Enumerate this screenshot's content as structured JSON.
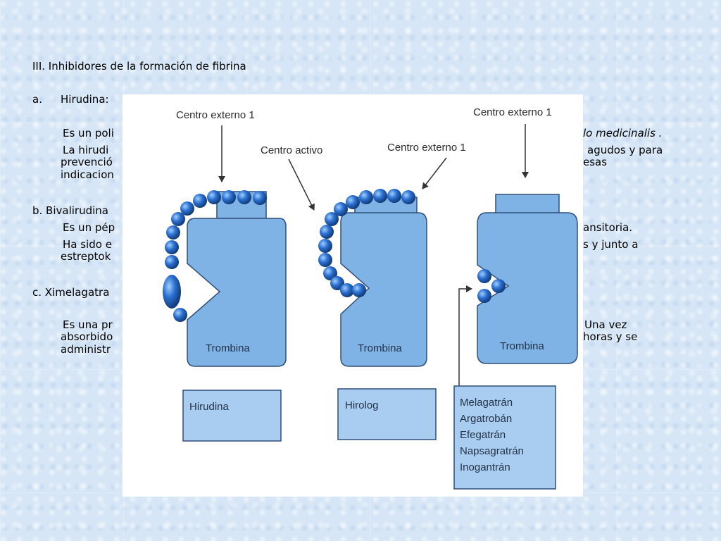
{
  "slide": {
    "heading": "III. Inhibidores de la formación de fibrina",
    "section_a": {
      "marker": "a.",
      "title": "Hirudina:",
      "line1_start": "Es un poli",
      "line1_end": "lo medicinalis .",
      "line2_start": "La hirudi",
      "line2_end": "agudos y para",
      "line3_start": "prevenció",
      "line3_end": "esas",
      "line4_start": "indicacion"
    },
    "section_b": {
      "title": "b. Bivalirudina",
      "line1_start": "Es un pép",
      "line1_end": "ansitoria.",
      "line2_start": "Ha sido e",
      "line2_end": "s y junto a",
      "line3_start": "estreptok"
    },
    "section_c": {
      "title": "c. Ximelagatra",
      "line1_start": "Es una pr",
      "line1_end": "Una vez",
      "line2_start": "absorbido",
      "line2_end": "horas y se",
      "line3_start": "administr"
    }
  },
  "figure": {
    "labels": {
      "centro_externo_left": "Centro externo 1",
      "centro_activo": "Centro activo",
      "centro_externo_mid": "Centro externo 1",
      "centro_externo_right": "Centro externo 1",
      "trombina_1": "Trombina",
      "trombina_2": "Trombina",
      "trombina_3": "Trombina"
    },
    "boxes": {
      "hirudina": "Hirudina",
      "hirolog": "Hirolog",
      "inhibitors": [
        "Melagatrán",
        "Argatrobán",
        "Efegatrán",
        "Napsagratrán",
        "Inogantrán"
      ]
    },
    "colors": {
      "thrombin_fill": "#7fb3e6",
      "thrombin_stroke": "#2f4f7a",
      "bead_fill": "#2b6fd0",
      "box_fill": "#a9cdf0",
      "arrow": "#333333"
    }
  }
}
